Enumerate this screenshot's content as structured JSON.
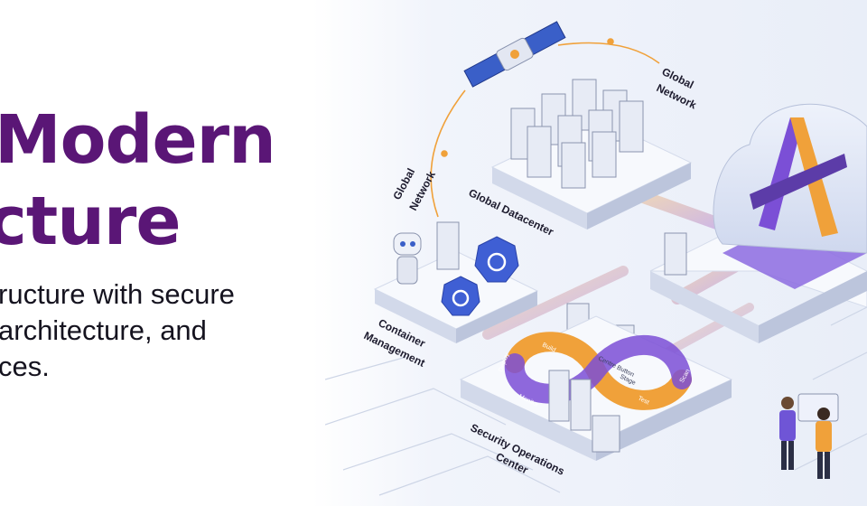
{
  "hero": {
    "headline_line1": "Modern",
    "headline_line2": "cture",
    "subtitle_line1": "ructure with secure",
    "subtitle_line2": "architecture, and",
    "subtitle_line3": "ces."
  },
  "illustration": {
    "labels": {
      "network_top": [
        "Global",
        "Network"
      ],
      "network_left": [
        "Global",
        "Network"
      ],
      "datacenter": "Global Datacenter",
      "container": [
        "Container",
        "Management"
      ],
      "security": [
        "Security Operations",
        "Center"
      ]
    },
    "pipeline": {
      "build": "Build",
      "deploy": "Deploy",
      "monitor": "Monitor",
      "center": "Centre Button",
      "test": "Test",
      "scan": "Scan",
      "stage": "Stage"
    },
    "colors": {
      "brand_purple": "#5a1676",
      "accent_orange": "#f0a13a",
      "accent_violet": "#7b4fd6",
      "k8s_blue": "#3f5fd4",
      "platform": "#f5f7fc",
      "platform_side": "#c9d1e6"
    },
    "icons": [
      "satellite-icon",
      "server-rack-icon",
      "robot-icon",
      "kubernetes-icon",
      "cloud-icon",
      "person-icon",
      "dashboard-screen-icon"
    ]
  }
}
